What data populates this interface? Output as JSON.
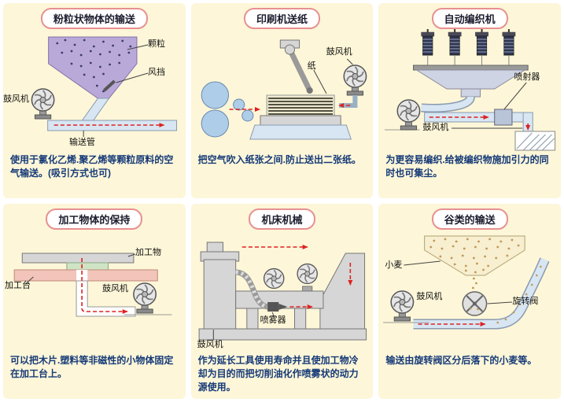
{
  "colors": {
    "panel_bg": "#fdf6d8",
    "title_border": "#e89090",
    "caption_color": "#153a78",
    "arrow_red": "#dd2222",
    "pipe_blue": "#d7e6f2",
    "hopper_purple": "#b9a9d9",
    "roller_blue": "#aecde8",
    "table_pink": "#f2c4ba",
    "pad_green": "#cfe4c4",
    "machine_gray": "#d6d6d6",
    "grain_tan": "#c09858",
    "grain_cream": "#f7efcf"
  },
  "panels": [
    {
      "id": "powder-conveying",
      "title": "粉粒状物体的输送",
      "caption": "使用于氯化乙烯.聚乙烯等颗粒原料的空气输送。(吸引方式也可)",
      "labels": {
        "granules": "颗粒",
        "damper": "风挡",
        "blower": "鼓风机",
        "pipe": "输送管"
      }
    },
    {
      "id": "printer-paper-feed",
      "title": "印刷机送纸",
      "caption": "把空气吹入纸张之间.防止送出二张纸。",
      "labels": {
        "blower": "鼓风机",
        "paper": "纸"
      }
    },
    {
      "id": "auto-knitting-machine",
      "title": "自动编织机",
      "caption": "为更容易编织.给被编织物施加引力的同时也可集尘。",
      "labels": {
        "ejector": "喷射器",
        "blower": "鼓风机"
      }
    },
    {
      "id": "workpiece-holding",
      "title": "加工物体的保持",
      "caption": "可以把木片.塑料等非磁性的小物体固定在加工台上。",
      "labels": {
        "workpiece": "加工物",
        "worktable": "加工台",
        "blower": "鼓风机"
      }
    },
    {
      "id": "machine-tools",
      "title": "机床机械",
      "caption": "作为延长工具使用寿命并且使加工物冷却为目的而把切削油化作喷雾状的动力源使用。",
      "labels": {
        "sprayer": "喷雾器",
        "blower": "鼓风机"
      }
    },
    {
      "id": "grain-conveying",
      "title": "谷类的输送",
      "caption": "输送由旋转阀区分后落下的小麦等。",
      "labels": {
        "wheat": "小麦",
        "blower": "鼓风机",
        "rotary_valve": "旋转阀"
      }
    }
  ]
}
